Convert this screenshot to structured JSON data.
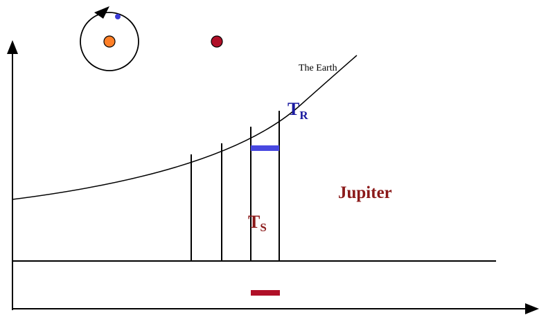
{
  "labels": {
    "earth": "The Earth",
    "tr_main": "T",
    "tr_sub": "R",
    "ts_main": "T",
    "ts_sub": "S",
    "jupiter": "Jupiter"
  },
  "colors": {
    "line": "#000000",
    "sun": "#ff7f27",
    "earth_dot": "#3b3bd6",
    "jupiter_dot": "#b01028",
    "tr_color": "#1a1aa0",
    "tr_bar": "#4848e0",
    "jupiter_text": "#8b1a1a",
    "ts_bar": "#b01028"
  },
  "icons": {
    "orbit": "circular-orbit-icon",
    "sun": "sun-icon",
    "earth": "earth-icon",
    "jupiter": "jupiter-icon",
    "direction": "arrowhead-icon"
  }
}
